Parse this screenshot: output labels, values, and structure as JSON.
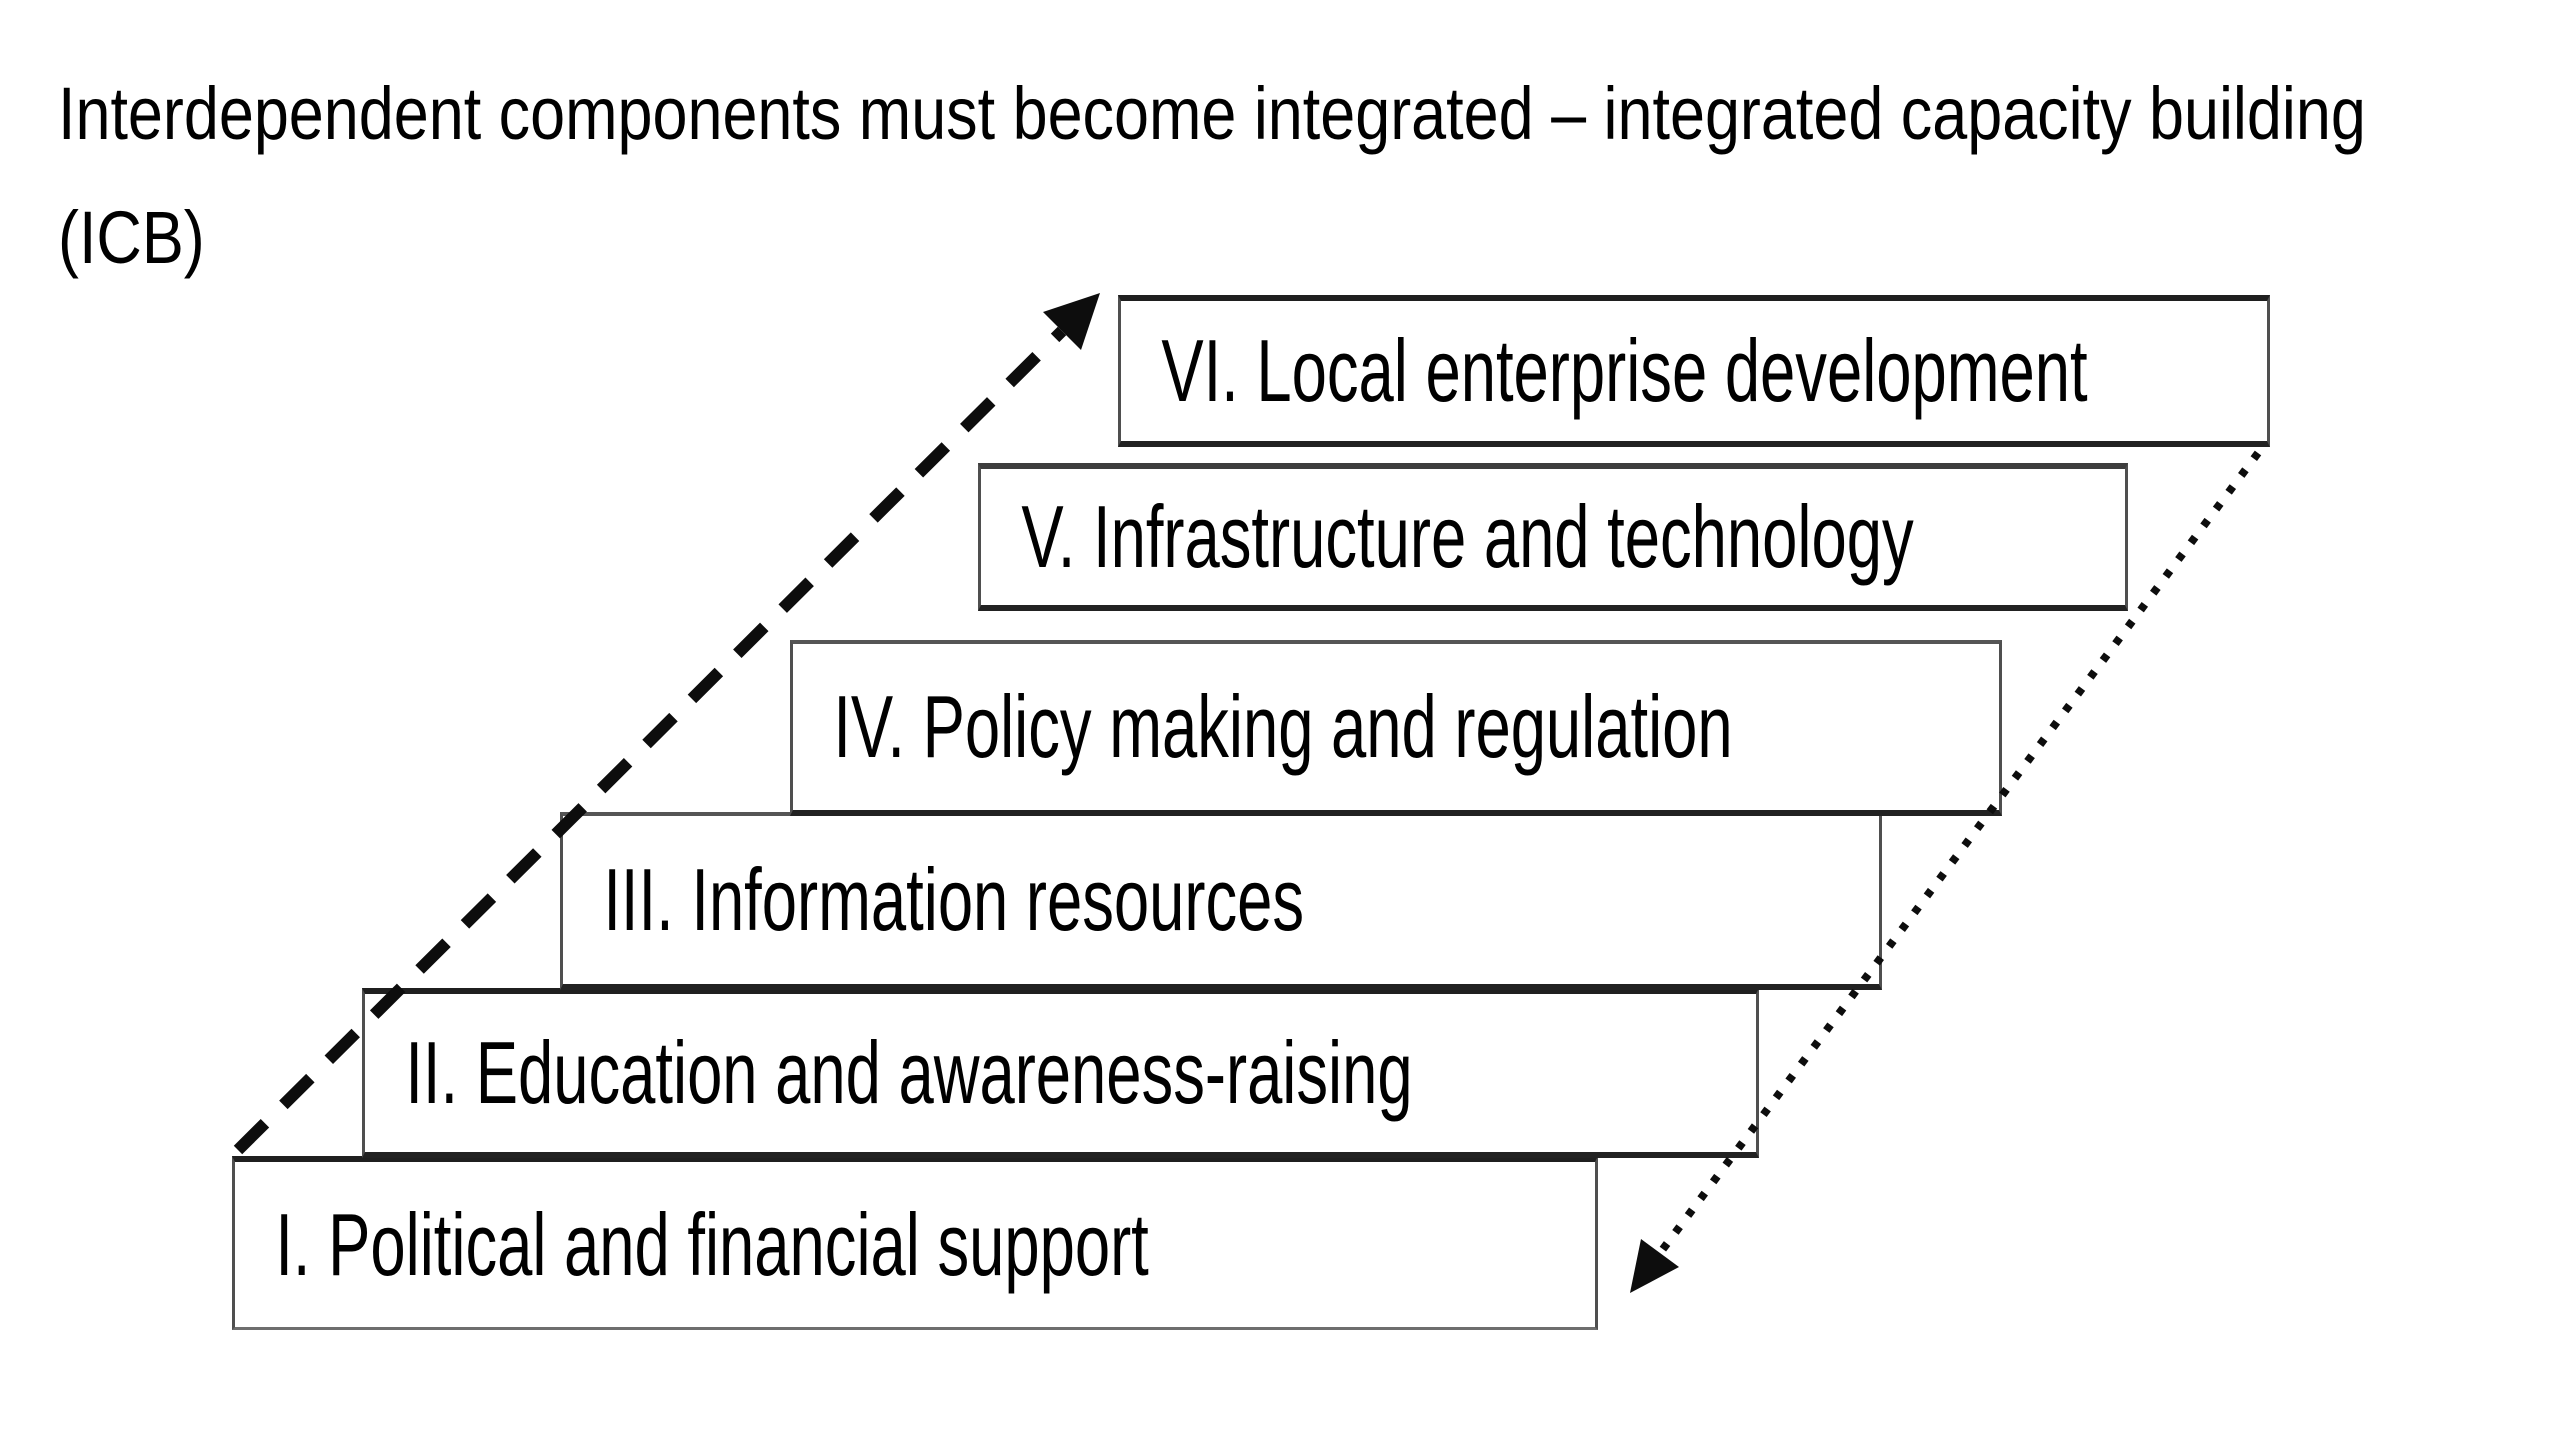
{
  "title": {
    "line1": "Interdependent components must become integrated – integrated capacity building",
    "line2": "(ICB)"
  },
  "stages": [
    {
      "numeral": "I",
      "label": "I. Political and financial support"
    },
    {
      "numeral": "II",
      "label": "II. Education and awareness-raising"
    },
    {
      "numeral": "III",
      "label": "III. Information resources"
    },
    {
      "numeral": "IV",
      "label": "IV. Policy making and regulation"
    },
    {
      "numeral": "V",
      "label": "V. Infrastructure and technology"
    },
    {
      "numeral": "VI",
      "label": "VI. Local enterprise development"
    }
  ],
  "arrows": {
    "ascending": {
      "style": "dashed",
      "direction": "up-right"
    },
    "descending": {
      "style": "dotted",
      "direction": "down-left"
    }
  },
  "colors": {
    "ink": "#000000",
    "box_border": "#4f4f4f",
    "background": "#ffffff"
  }
}
